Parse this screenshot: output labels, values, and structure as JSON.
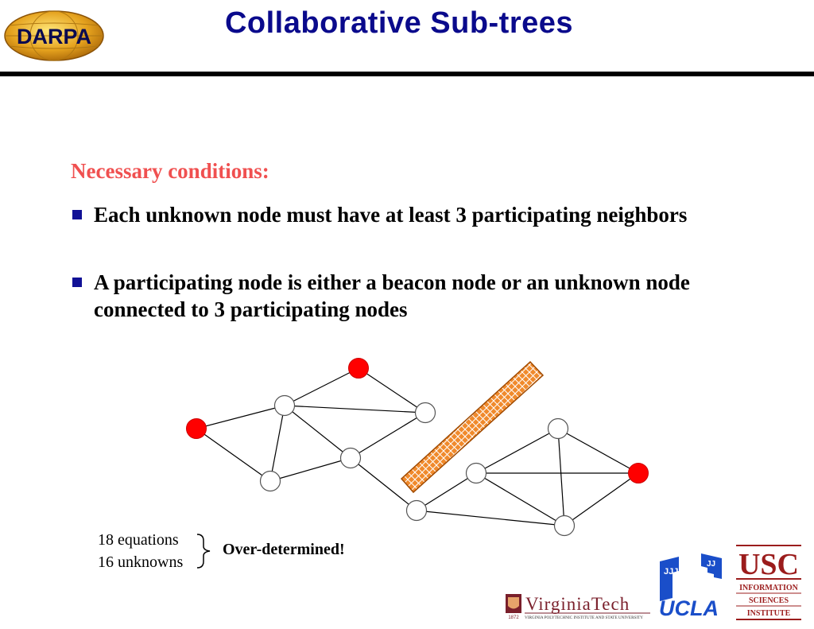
{
  "header": {
    "title": "Collaborative Sub-trees",
    "logo_text": "DARPA"
  },
  "content": {
    "heading": "Necessary conditions:",
    "bullets": [
      "Each unknown node must have at least 3 participating neighbors",
      "A participating node is either a beacon node or an unknown node connected to 3 participating nodes"
    ]
  },
  "diagram": {
    "legend": {
      "equations": "18 equations",
      "unknowns": "16 unknowns",
      "conclusion": "Over-determined!"
    },
    "colors": {
      "beacon": "#ff0000",
      "unknown": "#ffffff",
      "obstacle": "#f08a2c"
    }
  },
  "footer": {
    "virginia_tech": "VirginiaTech",
    "virginia_tech_sub": "VIRGINIA POLYTECHNIC INSTITUTE AND STATE UNIVERSITY",
    "virginia_tech_year": "1872",
    "ucla": "UCLA",
    "usc": "USC",
    "usc_sub": [
      "INFORMATION",
      "SCIENCES",
      "INSTITUTE"
    ]
  }
}
